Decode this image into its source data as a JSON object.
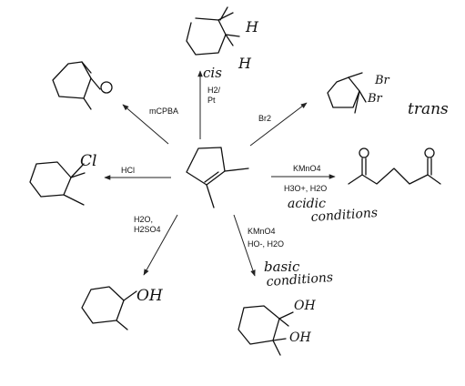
{
  "center": {
    "name": "1,2-dimethylcyclopentene"
  },
  "reactions": {
    "hydrogenation": {
      "reagent_line1": "H2/",
      "reagent_line2": "Pt",
      "note": "cis",
      "product_labels": [
        "H",
        "H"
      ]
    },
    "bromination": {
      "reagent": "Br2",
      "note": "trans",
      "product_labels": [
        "Br",
        "Br"
      ]
    },
    "epoxidation": {
      "reagent": "mCPBA"
    },
    "hydrohalogenation": {
      "reagent": "HCl",
      "product_label": "Cl"
    },
    "acid_hydration": {
      "reagent_line1": "H2O,",
      "reagent_line2": "H2SO4",
      "product_label": "OH"
    },
    "ozonolysis_like": {
      "reagent_line1": "KMnO4",
      "reagent_line2": "H3O+, H2O",
      "note_line1": "acidic",
      "note_line2": "conditions"
    },
    "dihydroxylation": {
      "reagent_line1": "KMnO4",
      "reagent_line2": "HO-, H2O",
      "note_line1": "basic",
      "note_line2": "conditions",
      "product_labels": [
        "OH",
        "OH"
      ]
    }
  }
}
